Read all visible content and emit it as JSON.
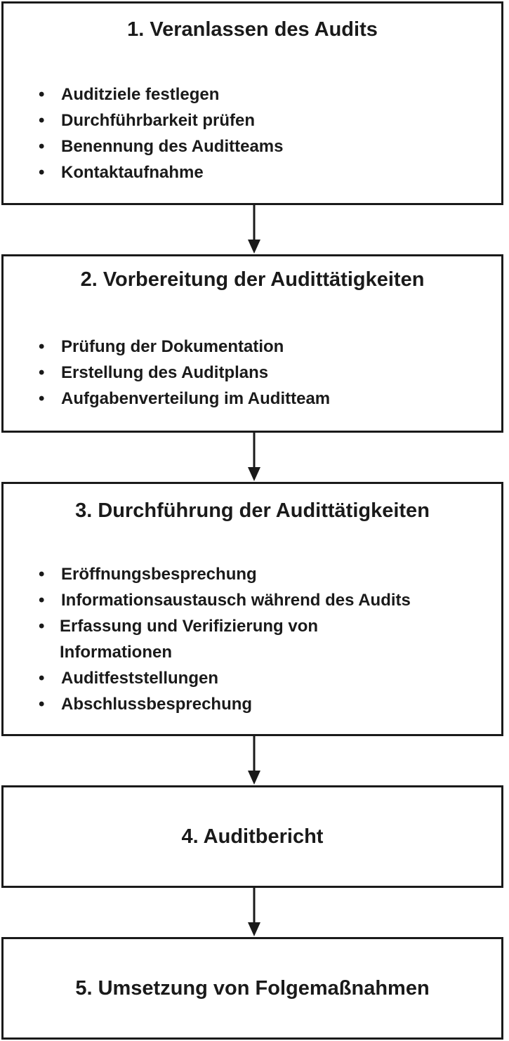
{
  "steps": [
    {
      "title": "1. Veranlassen des Audits",
      "items": [
        "Auditziele festlegen",
        "Durchführbarkeit prüfen",
        "Benennung des Auditteams",
        "Kontaktaufnahme"
      ]
    },
    {
      "title": "2. Vorbereitung der Audittätigkeiten",
      "items": [
        "Prüfung der Dokumentation",
        "Erstellung des Auditplans",
        "Aufgabenverteilung im Auditteam"
      ]
    },
    {
      "title": "3. Durchführung der Audittätigkeiten",
      "items": [
        "Eröffnungsbesprechung",
        "Informationsaustausch während des Audits",
        "Erfassung und Verifizierung von\nInformationen",
        "Auditfeststellungen",
        "Abschlussbesprechung"
      ]
    },
    {
      "title": "4. Auditbericht",
      "items": []
    },
    {
      "title": "5. Umsetzung von Folgemaßnahmen",
      "items": []
    }
  ],
  "bullet_symbol": "•",
  "colors": {
    "line": "#1a1a1a",
    "background": "#ffffff"
  }
}
